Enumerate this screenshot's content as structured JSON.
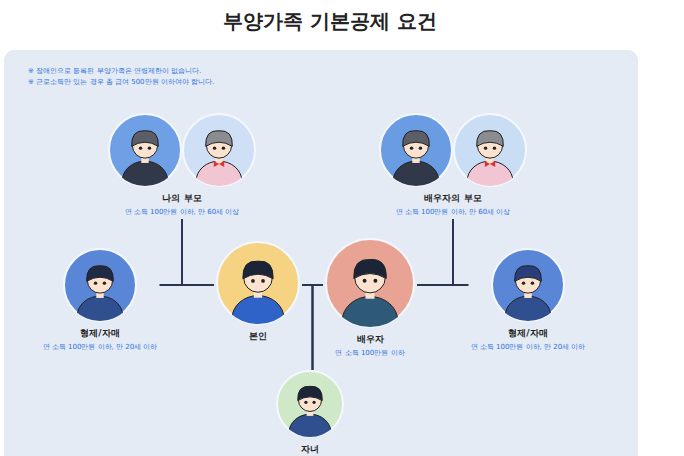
{
  "diagram": {
    "title": "부양가족 기본공제 요건",
    "nodes": [
      {
        "text": [
          "나의 부모",
          "연 소득 100만원 이하, 만 60세 이상"
        ]
      },
      {
        "text": [
          "배우자의 부모",
          "연 소득 100만원 이하, 만 60세 이상"
        ]
      },
      {
        "text": [
          "형제/자매",
          "연 소득 100만원 이하, 만 20세 이하"
        ]
      },
      {
        "text": [
          "본인"
        ]
      },
      {
        "text": [
          "배우자",
          "연 소득 100만원 이하"
        ]
      },
      {
        "text": [
          "형제/자매",
          "연 소득 100만원 이하, 만 20세 이하"
        ]
      },
      {
        "text": [
          "자녀"
        ]
      }
    ],
    "edges": [
      {
        "from": 0,
        "to": 2,
        "arrow": "none"
      },
      {
        "from": 0,
        "to": 3,
        "arrow": "none"
      },
      {
        "from": 1,
        "to": 4,
        "arrow": "none"
      },
      {
        "from": 1,
        "to": 5,
        "arrow": "none"
      },
      {
        "from": 3,
        "to": 4,
        "arrow": "none"
      },
      {
        "from": 3,
        "to": 6,
        "arrow": "none"
      },
      {
        "from": 4,
        "to": 6,
        "arrow": "none"
      }
    ],
    "labels": [
      "※ 장애인으로 등록된 부양가족은 연령제한이 없습니다.",
      "※ 근로소득만 있는 경우 총 급여 500만원 이하여야 합니다."
    ]
  }
}
